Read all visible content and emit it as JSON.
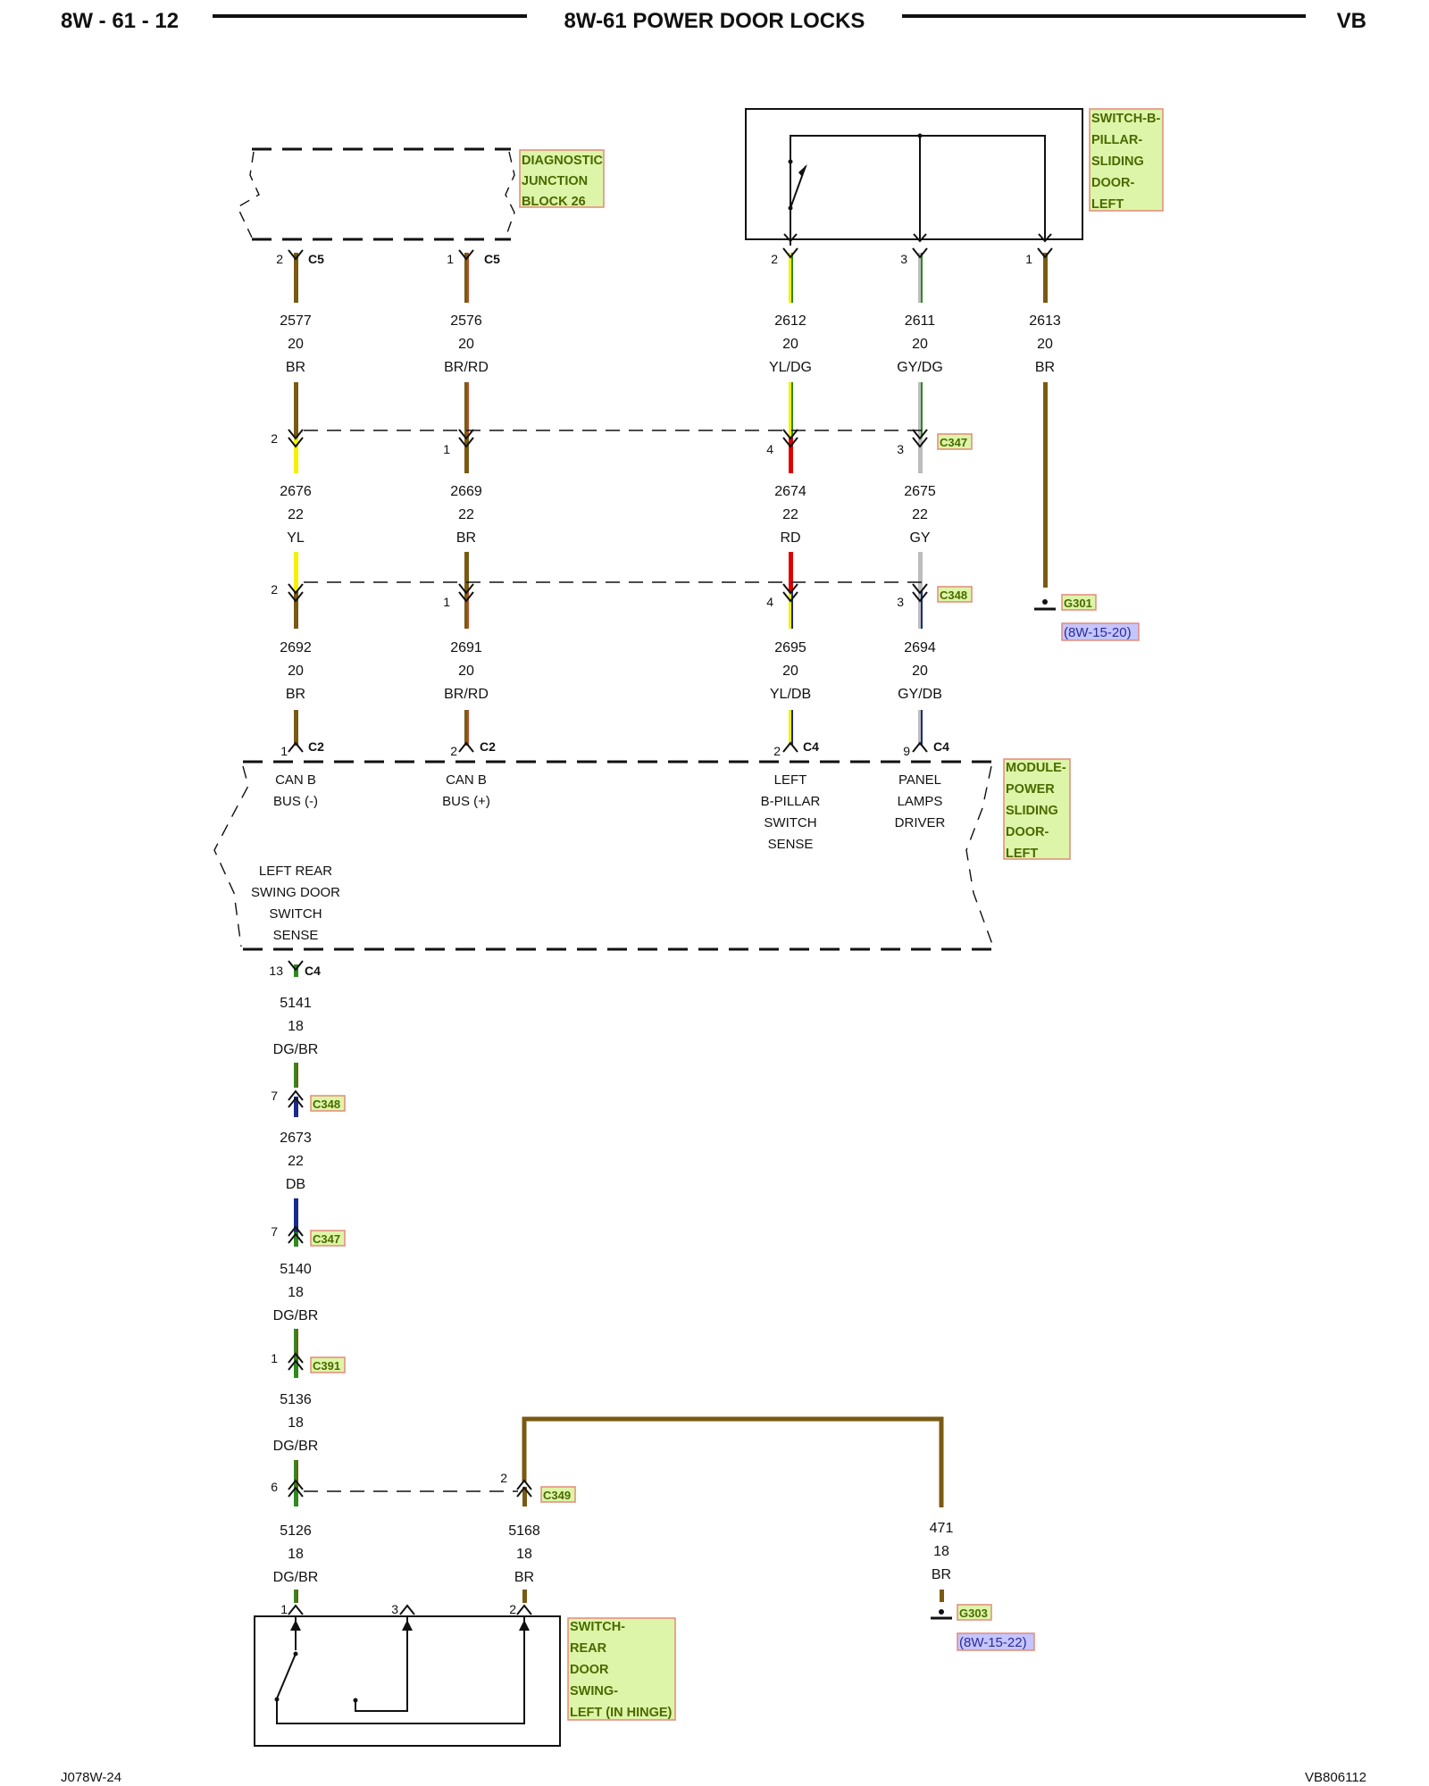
{
  "header": {
    "page_id": "8W - 61 - 12",
    "title": "8W-61 POWER DOOR LOCKS",
    "model": "VB"
  },
  "footer": {
    "left": "J078W-24",
    "right": "VB806112"
  },
  "components": {
    "djb": [
      "DIAGNOSTIC",
      "JUNCTION",
      "BLOCK 26"
    ],
    "bpillar_switch": [
      "SWITCH-B-",
      "PILLAR-",
      "SLIDING",
      "DOOR-",
      "LEFT"
    ],
    "module": [
      "MODULE-",
      "POWER",
      "SLIDING",
      "DOOR-",
      "LEFT"
    ],
    "rear_switch": [
      "SWITCH-",
      "REAR",
      "DOOR",
      "SWING-",
      "LEFT (IN HINGE)"
    ]
  },
  "connectors": {
    "c5": "C5",
    "c2": "C2",
    "c4": "C4",
    "c347": "C347",
    "c348": "C348",
    "c391": "C391",
    "c349": "C349"
  },
  "pins": {
    "djb_2": "2",
    "djb_1": "1",
    "sw_2": "2",
    "sw_3": "3",
    "sw_1": "1",
    "c347a_2": "2",
    "c347a_1": "1",
    "c347a_4": "4",
    "c347a_3": "3",
    "c348a_2": "2",
    "c348a_1": "1",
    "c348a_4": "4",
    "c348a_3": "3",
    "mod_1": "1",
    "mod_2a": "2",
    "mod_2b": "2",
    "mod_9": "9",
    "mod_13": "13",
    "c348b_7": "7",
    "c347b_7": "7",
    "c391_1": "1",
    "c349_6": "6",
    "c349_2": "2",
    "rsw_1": "1",
    "rsw_3": "3",
    "rsw_2": "2"
  },
  "wires": {
    "w2577": {
      "circuit": "2577",
      "gauge": "20",
      "color": "BR"
    },
    "w2576": {
      "circuit": "2576",
      "gauge": "20",
      "color": "BR/RD"
    },
    "w2612": {
      "circuit": "2612",
      "gauge": "20",
      "color": "YL/DG"
    },
    "w2611": {
      "circuit": "2611",
      "gauge": "20",
      "color": "GY/DG"
    },
    "w2613": {
      "circuit": "2613",
      "gauge": "20",
      "color": "BR"
    },
    "w2676": {
      "circuit": "2676",
      "gauge": "22",
      "color": "YL"
    },
    "w2669": {
      "circuit": "2669",
      "gauge": "22",
      "color": "BR"
    },
    "w2674": {
      "circuit": "2674",
      "gauge": "22",
      "color": "RD"
    },
    "w2675": {
      "circuit": "2675",
      "gauge": "22",
      "color": "GY"
    },
    "w2692": {
      "circuit": "2692",
      "gauge": "20",
      "color": "BR"
    },
    "w2691": {
      "circuit": "2691",
      "gauge": "20",
      "color": "BR/RD"
    },
    "w2695": {
      "circuit": "2695",
      "gauge": "20",
      "color": "YL/DB"
    },
    "w2694": {
      "circuit": "2694",
      "gauge": "20",
      "color": "GY/DB"
    },
    "w5141": {
      "circuit": "5141",
      "gauge": "18",
      "color": "DG/BR"
    },
    "w2673": {
      "circuit": "2673",
      "gauge": "22",
      "color": "DB"
    },
    "w5140": {
      "circuit": "5140",
      "gauge": "18",
      "color": "DG/BR"
    },
    "w5136": {
      "circuit": "5136",
      "gauge": "18",
      "color": "DG/BR"
    },
    "w5126": {
      "circuit": "5126",
      "gauge": "18",
      "color": "DG/BR"
    },
    "w5168": {
      "circuit": "5168",
      "gauge": "18",
      "color": "BR"
    },
    "w471": {
      "circuit": "471",
      "gauge": "18",
      "color": "BR"
    }
  },
  "signals": {
    "can_minus": [
      "CAN B",
      "BUS (-)"
    ],
    "can_plus": [
      "CAN B",
      "BUS (+)"
    ],
    "bpillar_sense": [
      "LEFT",
      "B-PILLAR",
      "SWITCH",
      "SENSE"
    ],
    "panel_lamps": [
      "PANEL",
      "LAMPS",
      "DRIVER"
    ],
    "rear_sense": [
      "LEFT REAR",
      "SWING DOOR",
      "SWITCH",
      "SENSE"
    ]
  },
  "grounds": {
    "g301": {
      "name": "G301",
      "ref": "(8W-15-20)"
    },
    "g303": {
      "name": "G303",
      "ref": "(8W-15-22)"
    }
  },
  "colors": {
    "brown": "#7a5a12",
    "red_stripe": "#c0482a",
    "yellow": "#f2f200",
    "dark_green": "#2f8a1e",
    "gray": "#bdbdbd",
    "red": "#e00000",
    "dark_blue": "#1a2a8a",
    "tag_fill": "#ddf5a8",
    "tag_border": "#e38a7a",
    "ref_fill": "#c5c5ff"
  }
}
